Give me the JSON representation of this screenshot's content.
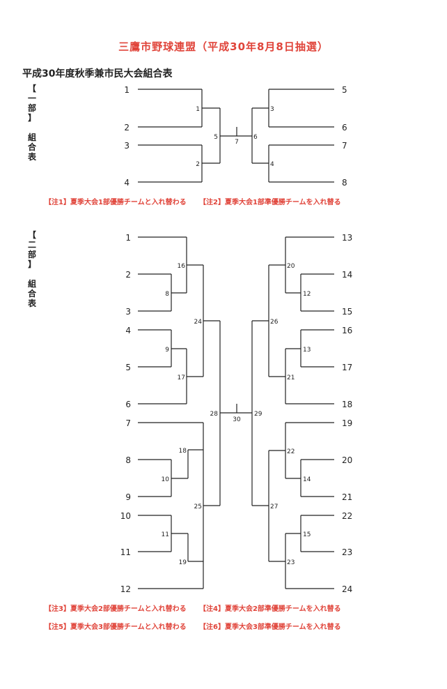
{
  "header": {
    "title": "三鷹市野球連盟（平成30年8月8日抽選）",
    "subtitle": "平成30年度秋季兼市民大会組合表"
  },
  "division1": {
    "label_lines": [
      "【",
      "一",
      "部",
      "】",
      "",
      "組",
      "合",
      "表"
    ],
    "left_teams": [
      "1",
      "2",
      "3",
      "4"
    ],
    "right_teams": [
      "5",
      "6",
      "7",
      "8"
    ],
    "games": [
      "1",
      "2",
      "3",
      "4",
      "5",
      "6",
      "7"
    ],
    "notes": [
      "【注1】夏季大会1部優勝チームと入れ替わる",
      "【注2】夏季大会1部準優勝チームを入れ替る"
    ]
  },
  "division2": {
    "label_lines": [
      "【",
      "二",
      "部",
      "】",
      "",
      "組",
      "合",
      "表"
    ],
    "left_teams": [
      "1",
      "2",
      "3",
      "4",
      "5",
      "6",
      "7",
      "8",
      "9",
      "10",
      "11",
      "12"
    ],
    "right_teams": [
      "13",
      "14",
      "15",
      "16",
      "17",
      "18",
      "19",
      "20",
      "21",
      "22",
      "23",
      "24"
    ],
    "games": [
      "8",
      "9",
      "10",
      "11",
      "12",
      "13",
      "14",
      "15",
      "16",
      "17",
      "18",
      "19",
      "20",
      "21",
      "22",
      "23",
      "24",
      "25",
      "26",
      "27",
      "28",
      "29",
      "30"
    ],
    "notes": [
      "【注3】夏季大会2部優勝チームと入れ替わる",
      "【注4】夏季大会2部準優勝チームを入れ替る",
      "【注5】夏季大会3部優勝チームと入れ替わる",
      "【注6】夏季大会3部準優勝チームを入れ替る"
    ]
  },
  "colors": {
    "accent": "#e0443a",
    "line": "#222222"
  }
}
